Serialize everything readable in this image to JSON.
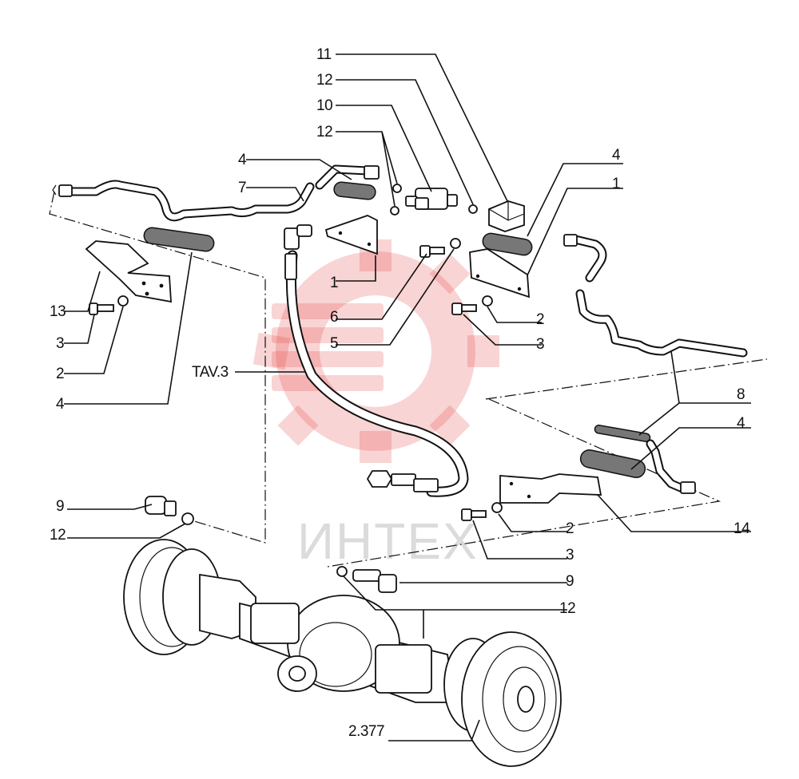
{
  "watermark": {
    "text": "ИНТЕХ",
    "brand_color": "#e23a3a"
  },
  "callouts": {
    "c11": "11",
    "c12_top": "12",
    "c10": "10",
    "c12_mid": "12",
    "c4_left_top": "4",
    "c7": "7",
    "c4_right_top": "4",
    "c1_right": "1",
    "c1_center": "1",
    "c6": "6",
    "c5": "5",
    "c2_right": "2",
    "c3_right": "3",
    "c13": "13",
    "c3_left": "3",
    "c2_left": "2",
    "c4_left": "4",
    "c_tav": "TAV.3",
    "c8": "8",
    "c4_lower_right": "4",
    "c9_left": "9",
    "c12_left": "12",
    "c2_lower": "2",
    "c14": "14",
    "c3_lower": "3",
    "c9_right": "9",
    "c12_lower": "12",
    "c_axle": "2.377"
  }
}
